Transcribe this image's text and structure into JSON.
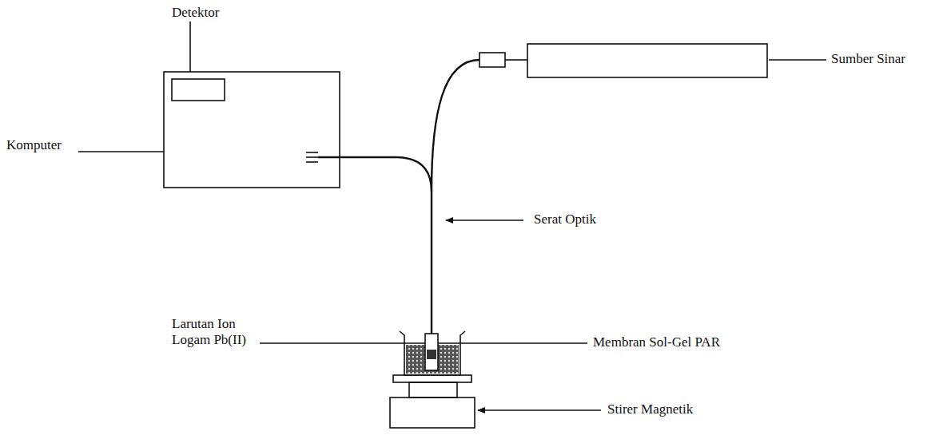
{
  "diagram": {
    "labels": [
      "Detektor",
      "Sumber Sinar",
      "Komputer",
      "Serat Optik",
      "Larutan Ion Logam Pb(II)",
      "Membran Sol-Gel PAR",
      "Stirer Magnetik"
    ]
  }
}
